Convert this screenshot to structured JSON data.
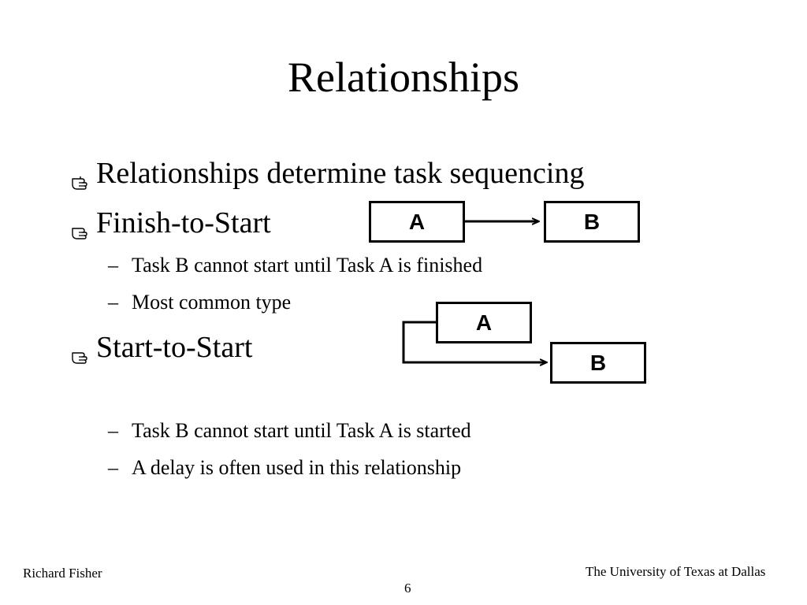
{
  "slide": {
    "title": "Relationships",
    "bullets": [
      {
        "icon": "pointing-hand-icon",
        "text": "Relationships determine task sequencing"
      },
      {
        "icon": "pointing-hand-icon",
        "text": "Finish-to-Start"
      },
      {
        "icon": "pointing-hand-icon",
        "text": "Start-to-Start"
      }
    ],
    "subbullets": {
      "finish_to_start": [
        {
          "dash": "–",
          "text": "Task B cannot start until Task A is finished"
        },
        {
          "dash": "–",
          "text": "Most common type"
        }
      ],
      "start_to_start": [
        {
          "dash": "–",
          "text": "Task B cannot start until Task A is started"
        },
        {
          "dash": "–",
          "text": "A delay is often used in this relationship"
        }
      ]
    },
    "diagrams": {
      "finish_to_start": {
        "task_a": "A",
        "task_b": "B"
      },
      "start_to_start": {
        "task_a": "A",
        "task_b": "B"
      }
    }
  },
  "footer": {
    "author": "Richard Fisher",
    "institution": "The University of Texas at Dallas",
    "page_number": "6"
  }
}
